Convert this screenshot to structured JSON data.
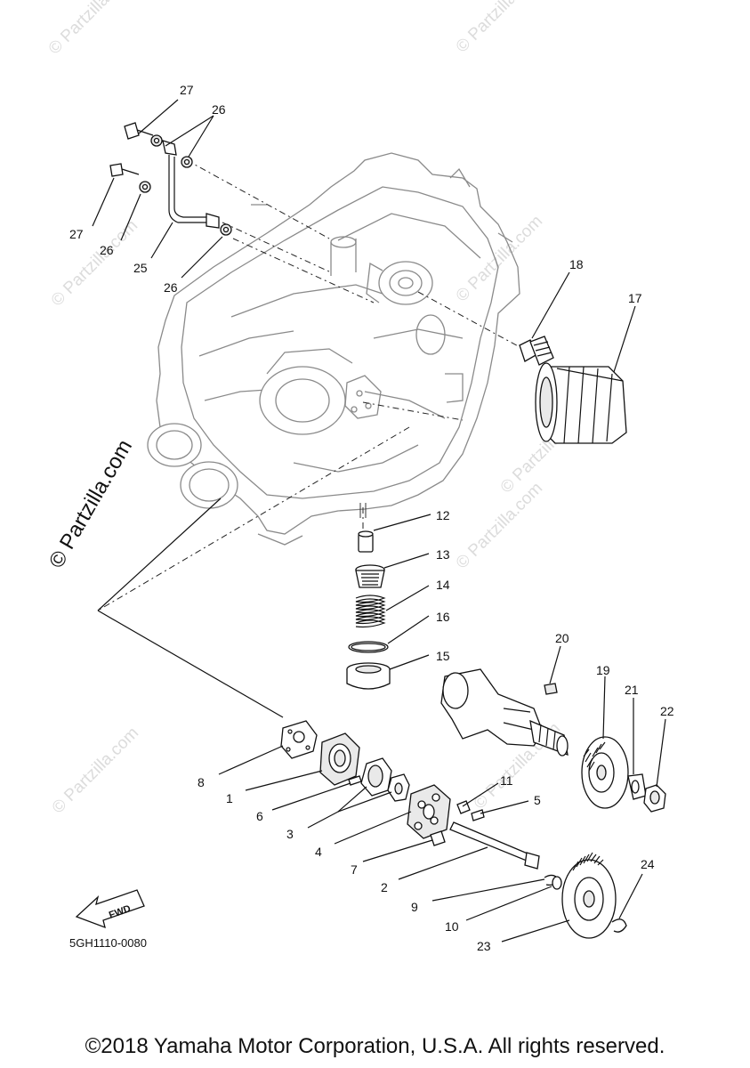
{
  "watermarks": [
    "© Partzilla.com",
    "© Partzilla.com",
    "© Partzilla.com",
    "© Partzilla.com",
    "© Partzilla.com",
    "© Partzilla.com",
    "© Partzilla.com",
    "© Partzilla.com"
  ],
  "main_watermark": "© Partzilla.com",
  "callouts": {
    "c27a": "27",
    "c26a": "26",
    "c27b": "27",
    "c26b": "26",
    "c25": "25",
    "c26c": "26",
    "c18": "18",
    "c17": "17",
    "c12": "12",
    "c13": "13",
    "c14": "14",
    "c16": "16",
    "c15": "15",
    "c20": "20",
    "c19": "19",
    "c21": "21",
    "c22": "22",
    "c8": "8",
    "c1": "1",
    "c6": "6",
    "c3": "3",
    "c4": "4",
    "c11": "11",
    "c5": "5",
    "c7": "7",
    "c2": "2",
    "c9": "9",
    "c10": "10",
    "c24": "24",
    "c23": "23"
  },
  "fwd_label": "FWD",
  "diagram_code": "5GH1110-0080",
  "copyright": "©2018 Yamaha Motor Corporation, U.S.A. All rights reserved."
}
